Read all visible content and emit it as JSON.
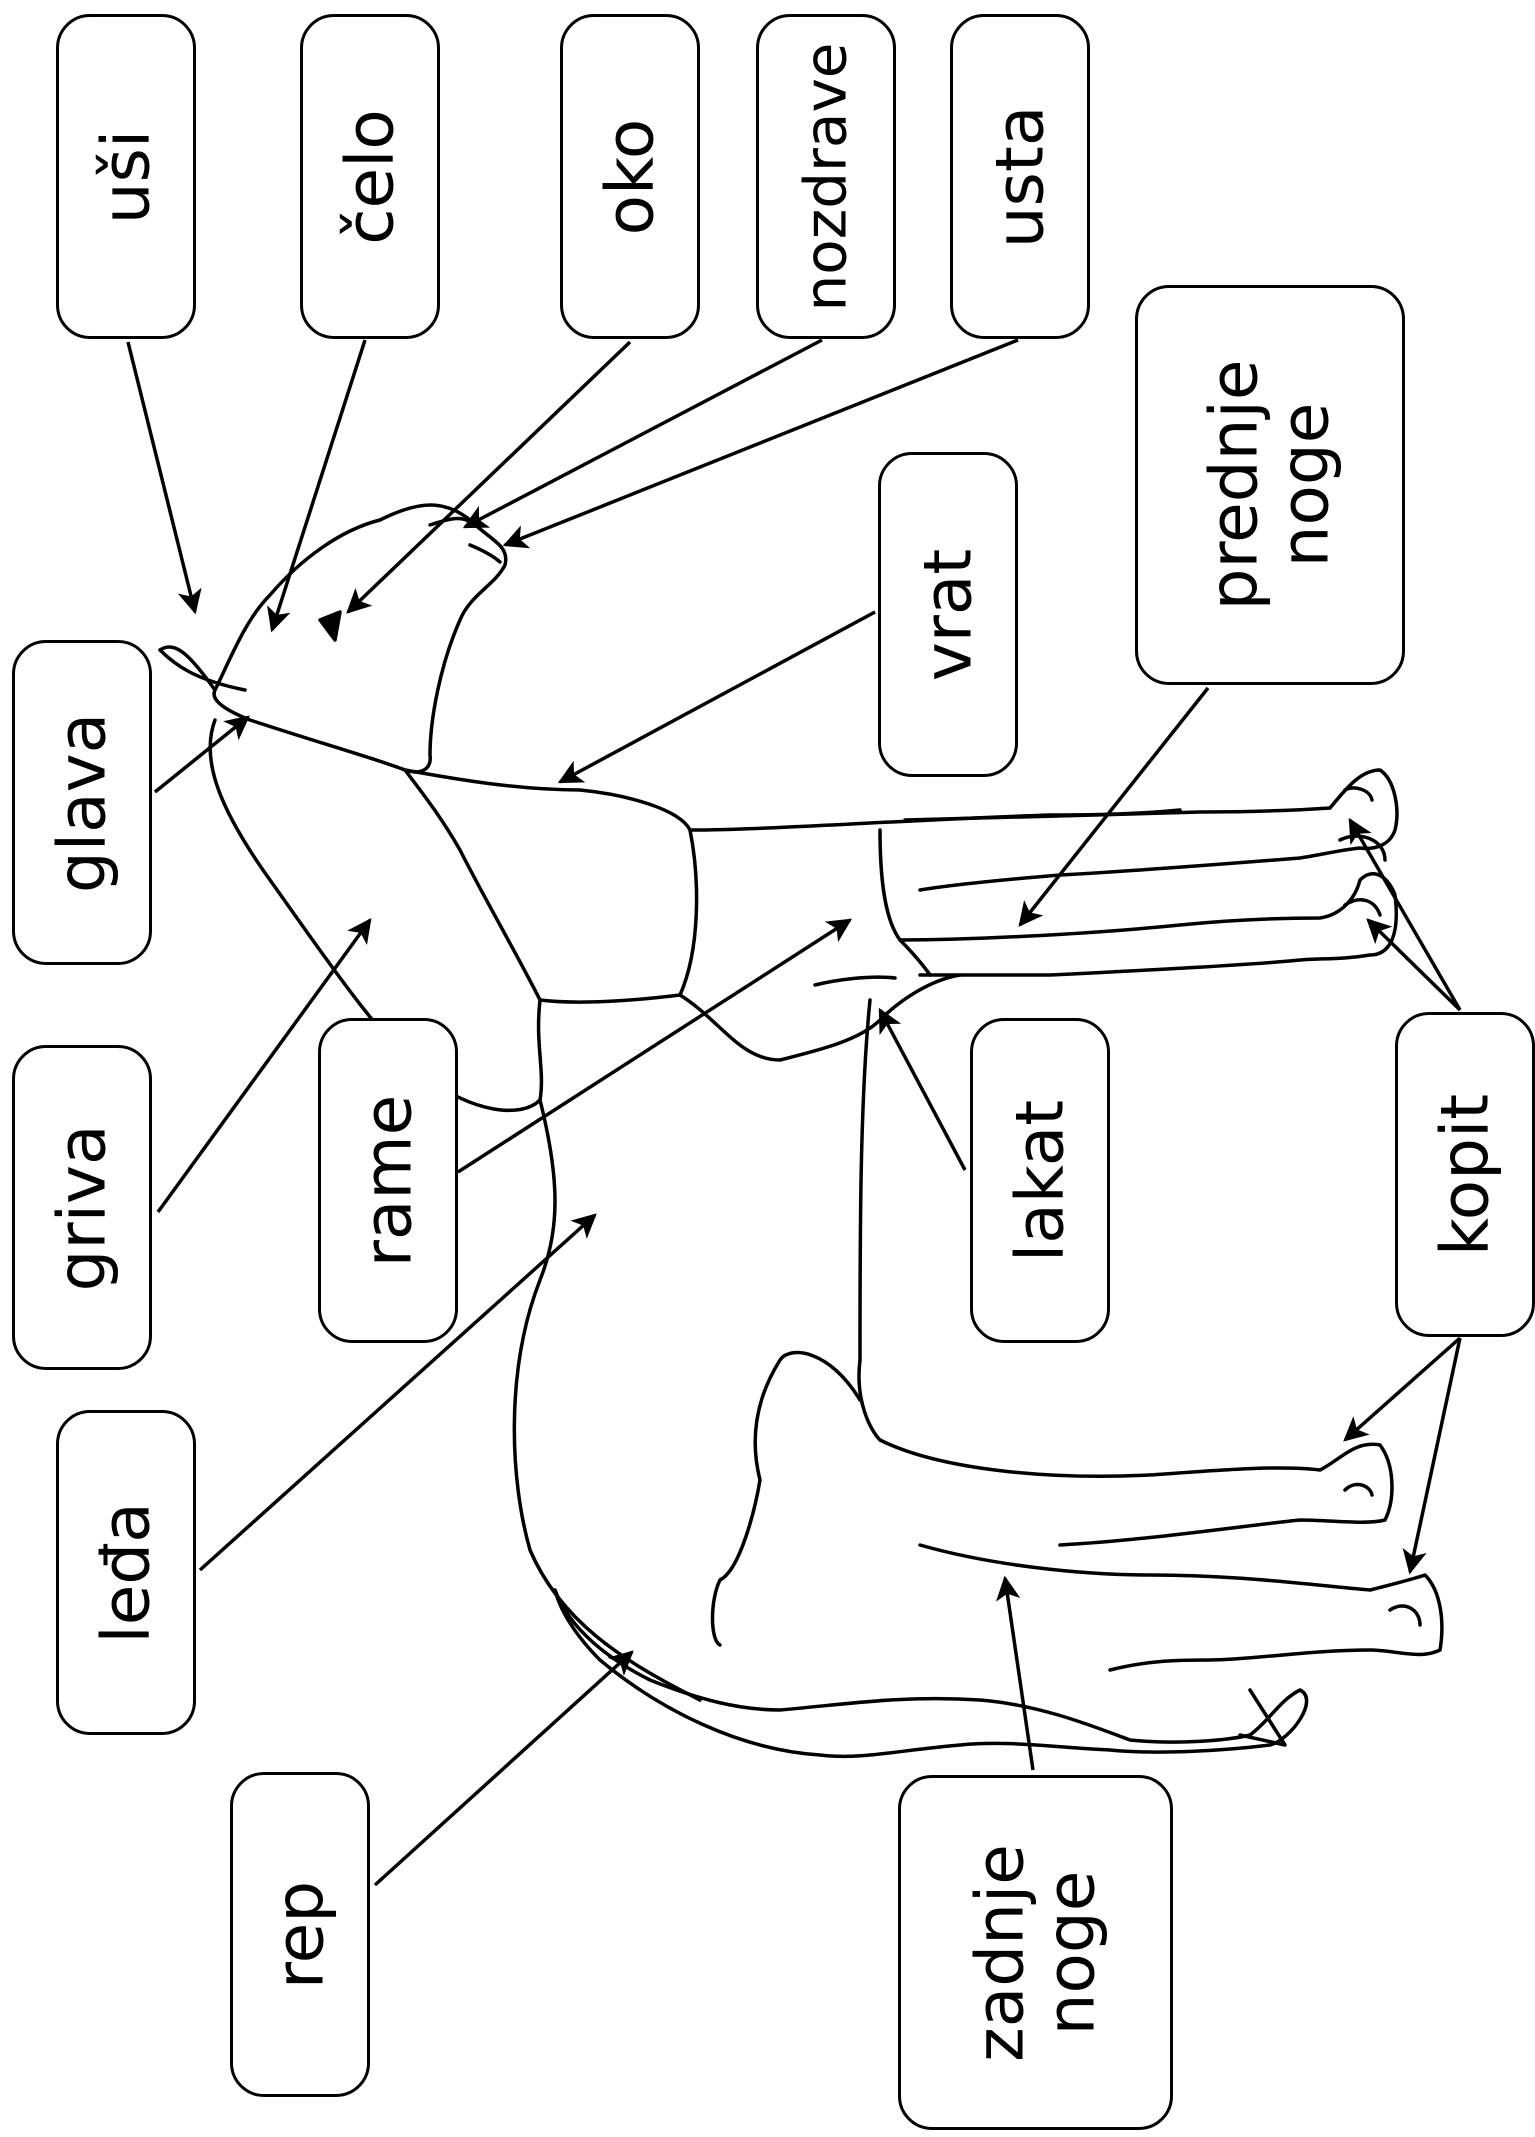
{
  "labels": {
    "usi": "uši",
    "celo": "čelo",
    "oko": "oko",
    "nozdrave": "nozdrave",
    "usta": "usta",
    "prednje_noge_1": "prednje",
    "prednje_noge_2": "noge",
    "vrat": "vrat",
    "glava": "glava",
    "griva": "griva",
    "rame": "rame",
    "lakat": "lakat",
    "kopit": "kopit",
    "leda": "leđa",
    "rep": "rep",
    "zadnje_noge_1": "zadnje",
    "zadnje_noge_2": "noge"
  },
  "colors": {
    "line": "#000000",
    "background": "#ffffff"
  },
  "illustration": "horse-outline"
}
